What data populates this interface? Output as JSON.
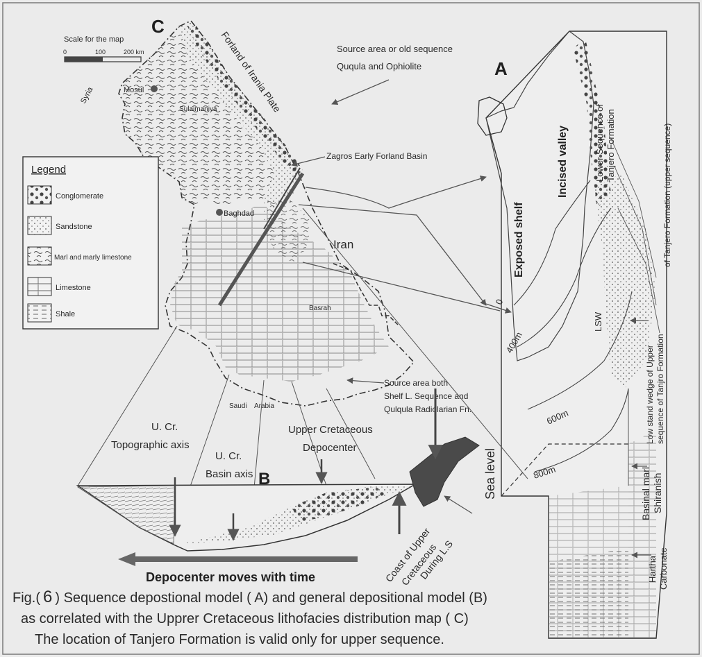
{
  "figure": {
    "caption_line1_pre": "Fig.(",
    "caption_number": "6",
    "caption_line1_post": ") Sequence depostional  model ( A) and general depositional model (B)",
    "caption_line2": "as  correlated  with the Upprer Cretaceous   lithofacies distribution map ( C)",
    "caption_line3": "The location of Tanjero Formation is valid  only  for   upper      sequence."
  },
  "map": {
    "panel_letter": "C",
    "scale_title": "Scale for the map",
    "scale_ticks": [
      "0",
      "100",
      "200 km"
    ],
    "labels": {
      "syria": "Syria",
      "mosul": "Mosul",
      "sulaimaniya": "Sulaimaniya",
      "forland": "Forland of Irania Plate",
      "baghdad": "Baghdad",
      "iran": "Iran",
      "basrah": "Basrah",
      "saudi": "Saudi",
      "arabia": "Arabia",
      "source_old_1": "Source area or old sequence",
      "source_old_2": "Ququla and Ophiolite",
      "zagros": "Zagros Early Forland Basin",
      "source_both_1": "Source area both",
      "source_both_2": "Shelf L. Sequence and",
      "source_both_3": "Qulqula Radiolarian Fn."
    }
  },
  "legend": {
    "title": "Legend",
    "items": [
      {
        "label": "Conglomerate",
        "pattern": "conglomerate"
      },
      {
        "label": "Sandstone",
        "pattern": "sandstone"
      },
      {
        "label": "Marl and marly limestone",
        "pattern": "marl"
      },
      {
        "label": "Limestone",
        "pattern": "limestone"
      },
      {
        "label": "Shale",
        "pattern": "shale"
      }
    ]
  },
  "model_b": {
    "panel_letter": "B",
    "topo_axis_1": "U. Cr.",
    "topo_axis_2": "Topographic axis",
    "basin_axis_1": "U. Cr.",
    "basin_axis_2": "Basin axis",
    "depocenter_1": "Upper Cretaceous",
    "depocenter_2": "Depocenter",
    "coast_1": "Coast of Upper",
    "coast_2": "Cretaceous",
    "coast_3": "During L.S",
    "arrow_text": "Depocenter moves with time"
  },
  "model_a": {
    "panel_letter": "A",
    "exposed_shelf": "Exposed shelf",
    "incised_valley": "Incised valley",
    "lower_seq_1": "Lower Sequence of",
    "lower_seq_2": "Tanjero Formation",
    "tanjero_upper": "of Tanjero Formation (upper sequence)",
    "lowstand_1": "Low stand wedge of Upper",
    "lowstand_2": "sequence of Tanjro Formation",
    "lsw": "LSW",
    "c0": "0",
    "c400": "400m",
    "c600": "600m",
    "c800": "800m",
    "sea_level": "Sea level",
    "basinal_1": "Basinal marl",
    "basinal_2": "Shiranish",
    "hartha_1": "Hartha",
    "hartha_2": "Carbonate"
  },
  "colors": {
    "paper": "#ebebeb",
    "ink": "#2a2a2a",
    "axis_line": "#5a5a5a",
    "arrow_fill": "#6a6a6a"
  }
}
